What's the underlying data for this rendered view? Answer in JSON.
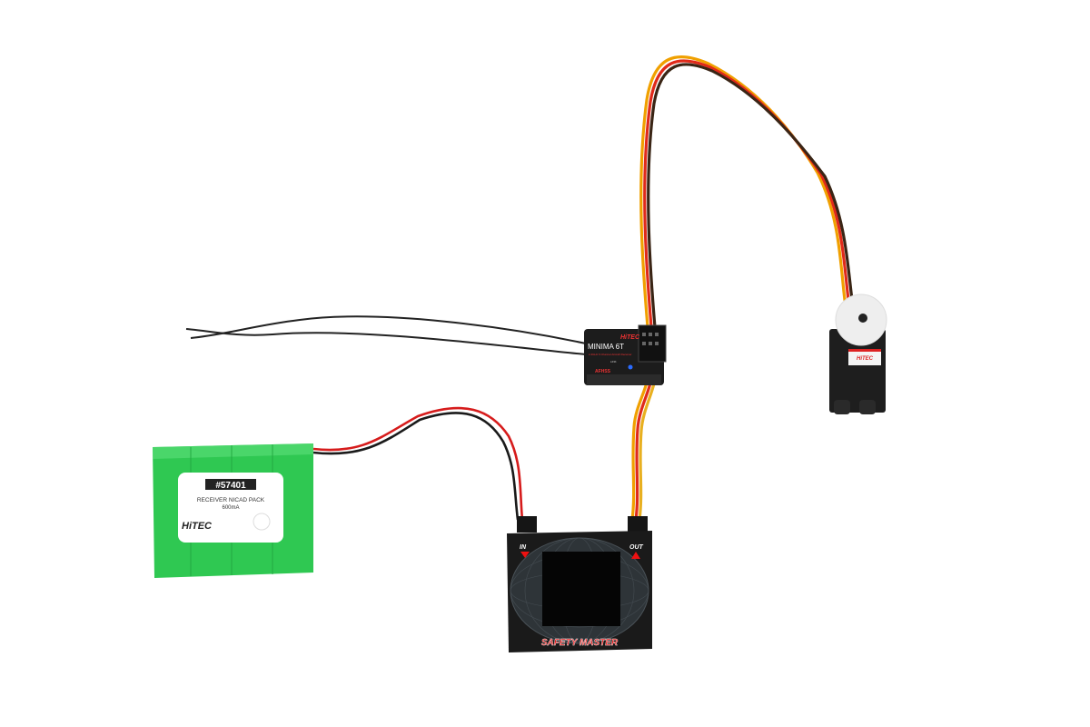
{
  "battery": {
    "part_number": "#57401",
    "description": "RECEIVER NICAD PACK",
    "capacity": "600mA",
    "brand": "HiTEC",
    "color": "#2fc852"
  },
  "receiver": {
    "brand": "HiTEC",
    "model": "MINIMA 6T",
    "subtitle": "2.4GHz 6 Channel Aircraft Receiver",
    "protocol": "AFHSS",
    "led_label": "LINK"
  },
  "safety_device": {
    "brand_text": "SAFETY MASTER",
    "in_label": "IN",
    "out_label": "OUT"
  },
  "servo": {
    "brand": "HiTEC"
  }
}
